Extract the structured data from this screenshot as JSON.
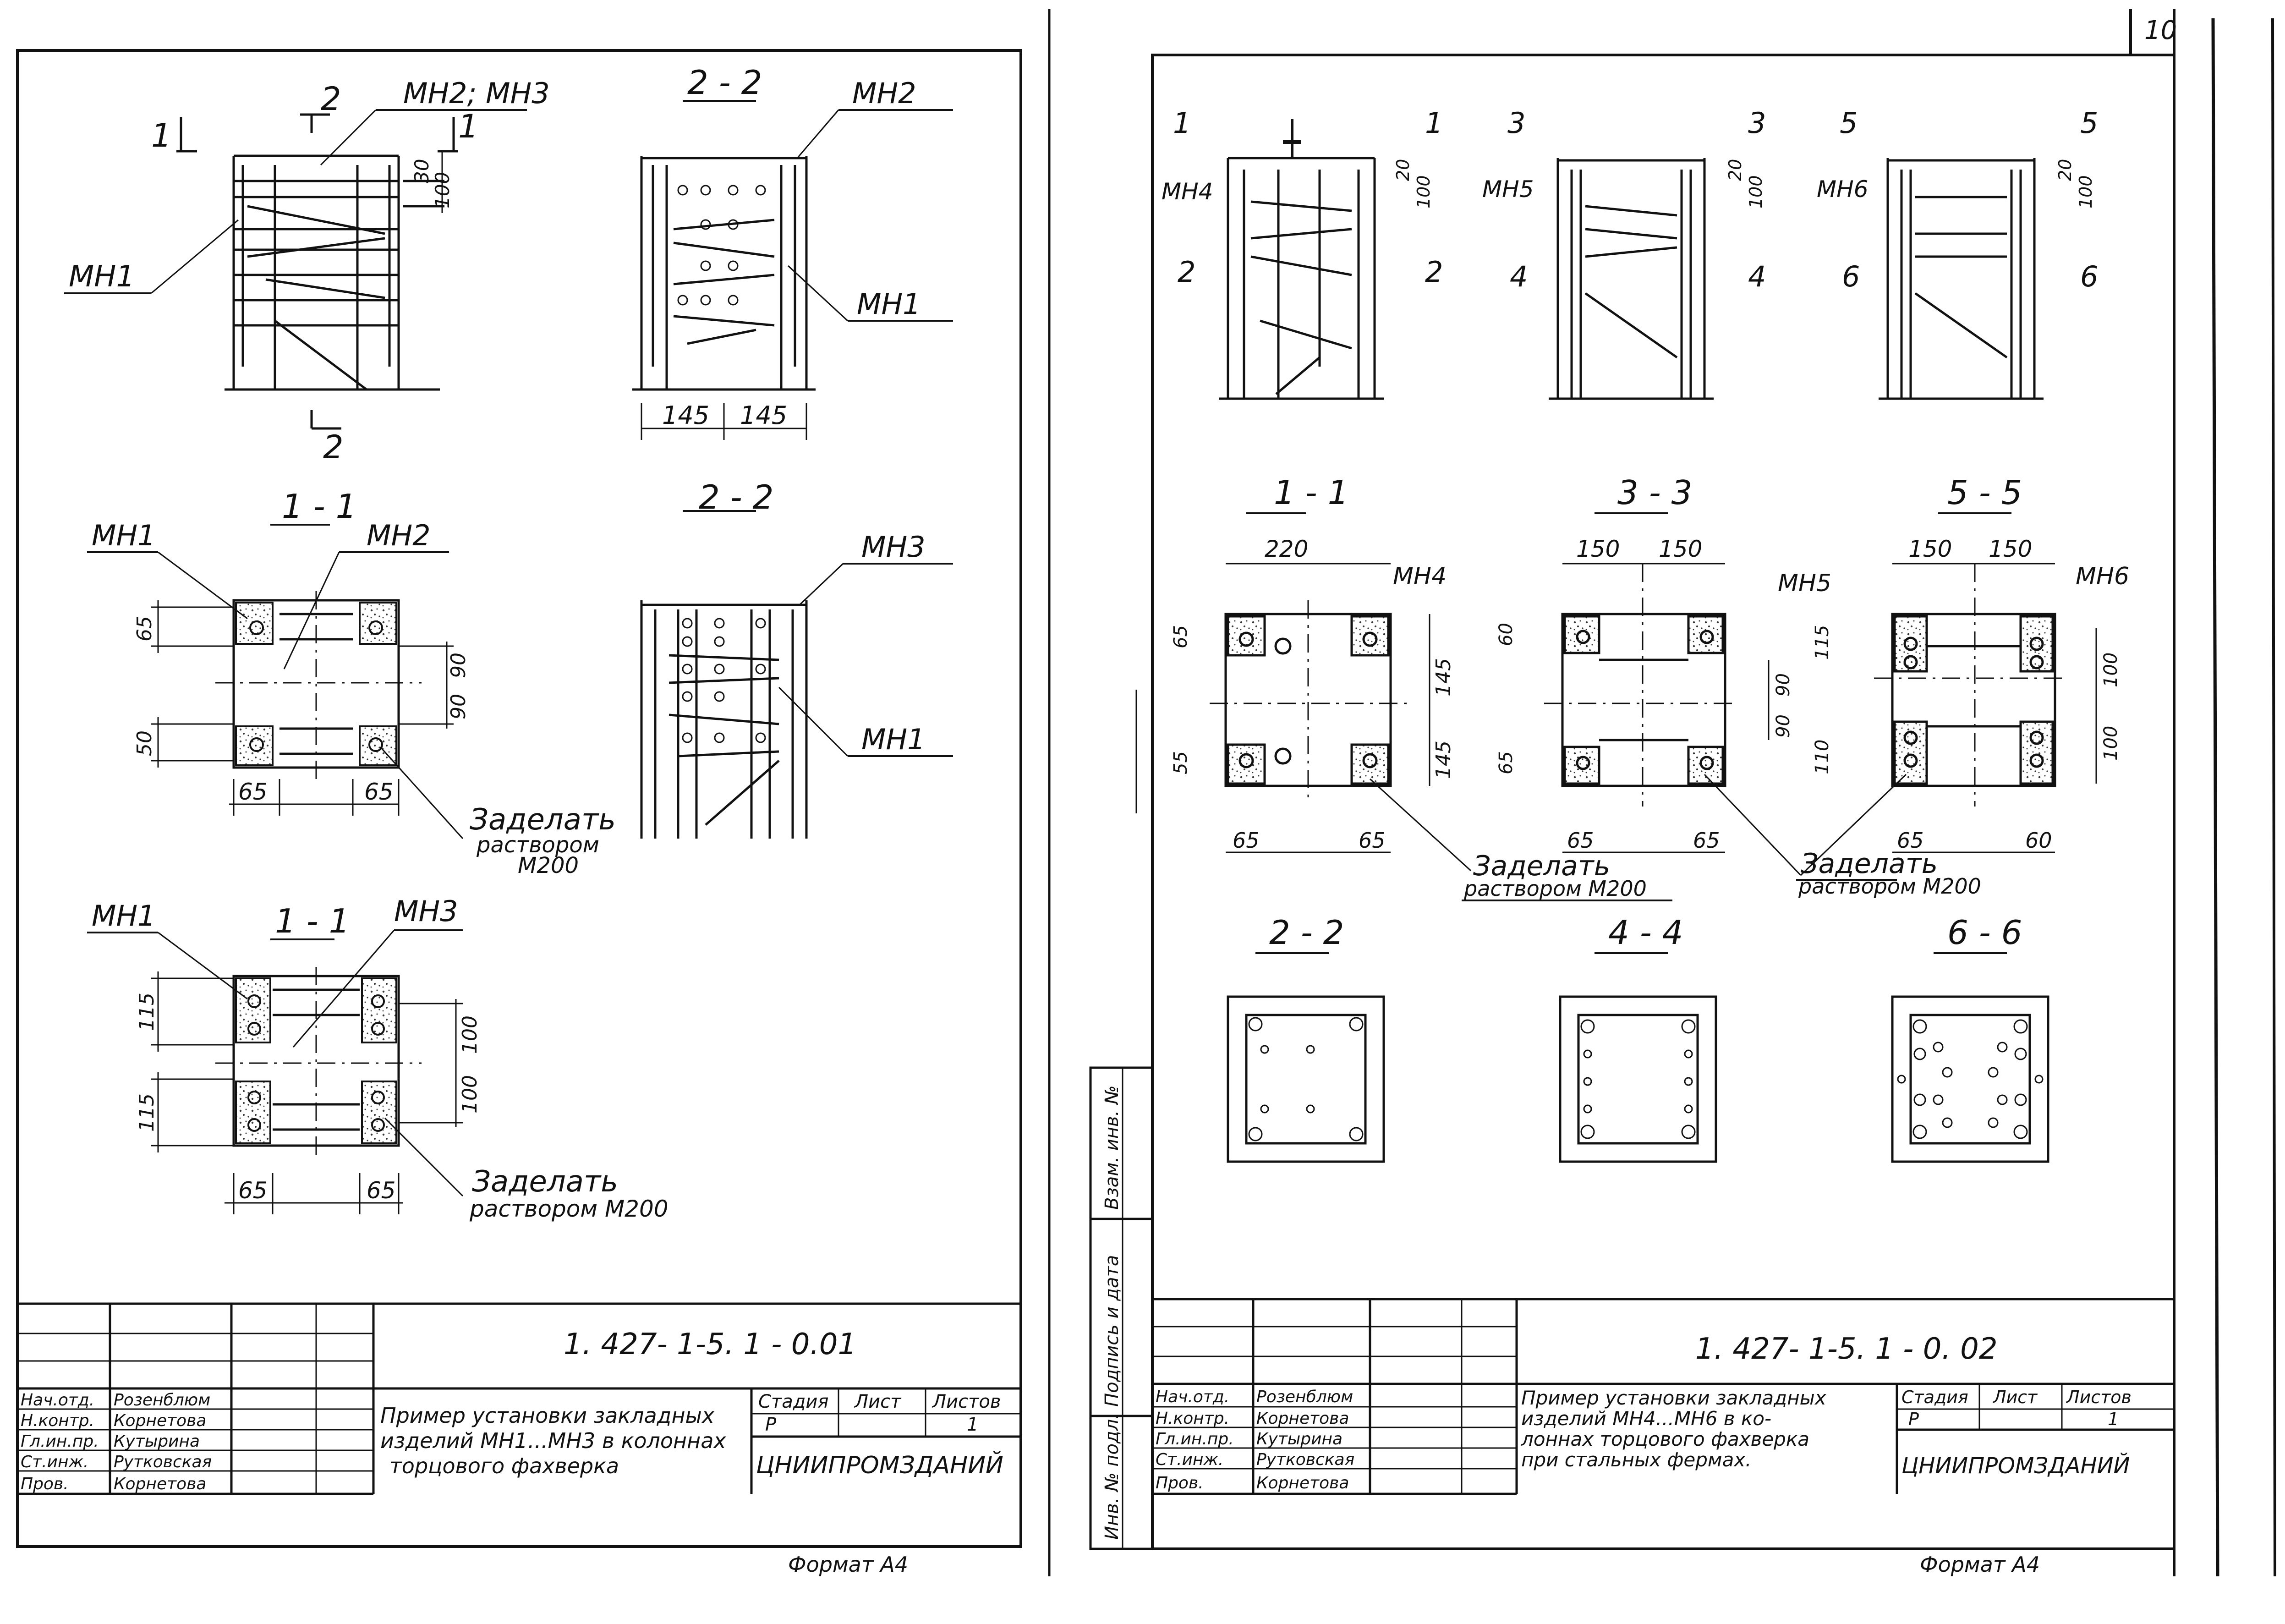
{
  "page_number": "10",
  "sheet1": {
    "section_marks": {
      "s1": "1",
      "s2": "2"
    },
    "elevation_labels": {
      "mn2_mn3": "МН2; МН3",
      "mn1": "МН1",
      "dim_30": "30",
      "dim_100": "100"
    },
    "section_22_top": {
      "title": "2 - 2",
      "mn2": "МН2",
      "mn1": "МН1",
      "dim_145a": "145",
      "dim_145b": "145"
    },
    "plan_11_a": {
      "title": "1 - 1",
      "mn1": "МН1",
      "mn2": "МН2",
      "d65_top": "65",
      "d50": "50",
      "d90a": "90",
      "d90b": "90",
      "d65_bl": "65",
      "d65_br": "65",
      "note1": "Заделать",
      "note2": "раствором",
      "note3": "М200"
    },
    "section_22_mid": {
      "title": "2 - 2",
      "mn3": "МН3",
      "mn1": "МН1"
    },
    "plan_11_b": {
      "title": "1 - 1",
      "mn1": "МН1",
      "mn3": "МН3",
      "d115a": "115",
      "d115b": "115",
      "d100a": "100",
      "d100b": "100",
      "d65a": "65",
      "d65b": "65",
      "note1": "Заделать",
      "note2": "раствором М200"
    },
    "title_block": {
      "code": "1. 427- 1-5. 1 - 0.01",
      "roles": [
        "Нач.отд.",
        "Н.контр.",
        "Гл.ин.пр.",
        "Ст.инж.",
        "Пров."
      ],
      "names": [
        "Розенблюм",
        "Корнетова",
        "Кутырина",
        "Рутковская",
        "Корнетова"
      ],
      "title_lines": [
        "Пример установки закладных",
        "изделий МН1...МН3 в колоннах",
        "торцового фахверка"
      ],
      "stage_h": "Стадия",
      "sheet_h": "Лист",
      "sheets_h": "Листов",
      "stage": "Р",
      "sheets": "1",
      "org": "ЦНИИПРОМЗДАНИЙ"
    },
    "format": "Формат А4"
  },
  "sheet2": {
    "elevations": [
      {
        "top_mark": "1",
        "bottom_mark": "2",
        "part": "МН4",
        "d20": "20",
        "d100": "100"
      },
      {
        "top_mark": "3",
        "bottom_mark": "4",
        "part": "МН5",
        "d20": "20",
        "d100": "100"
      },
      {
        "top_mark": "5",
        "bottom_mark": "6",
        "part": "МН6",
        "d20": "20",
        "d100": "100"
      }
    ],
    "plan_11": {
      "title": "1 - 1",
      "w": "220",
      "part": "МН4",
      "d65": "65",
      "d55": "55",
      "d145a": "145",
      "d145b": "145",
      "d65b": "65",
      "d65c": "65"
    },
    "plan_33": {
      "title": "3 - 3",
      "w1": "150",
      "w2": "150",
      "part": "МН5",
      "d60": "60",
      "d65": "65",
      "d90a": "90",
      "d90b": "90",
      "d65b": "65",
      "d65c": "65"
    },
    "plan_55": {
      "title": "5 - 5",
      "w1": "150",
      "w2": "150",
      "part": "МН6",
      "d115": "115",
      "d110": "110",
      "d100a": "100",
      "d100b": "100",
      "d65": "65",
      "d60": "60"
    },
    "note": {
      "l1": "Заделать",
      "l2": "раствором М200"
    },
    "bottom_titles": [
      "2 - 2",
      "4 - 4",
      "6 - 6"
    ],
    "side_stamp": [
      "Инв. № подл.",
      "Подпись и дата",
      "Взам. инв. №"
    ],
    "title_block": {
      "code": "1. 427- 1-5. 1 - 0. 02",
      "roles": [
        "Нач.отд.",
        "Н.контр.",
        "Гл.ин.пр.",
        "Ст.инж.",
        "Пров."
      ],
      "names": [
        "Розенблюм",
        "Корнетова",
        "Кутырина",
        "Рутковская",
        "Корнетова"
      ],
      "title_lines": [
        "Пример установки закладных",
        "изделий МН4...МН6 в ко-",
        "лоннах торцового фахверка",
        "при стальных фермах."
      ],
      "stage_h": "Стадия",
      "sheet_h": "Лист",
      "sheets_h": "Листов",
      "stage": "Р",
      "sheets": "1",
      "org": "ЦНИИПРОМЗДАНИЙ"
    },
    "format": "Формат А4"
  }
}
